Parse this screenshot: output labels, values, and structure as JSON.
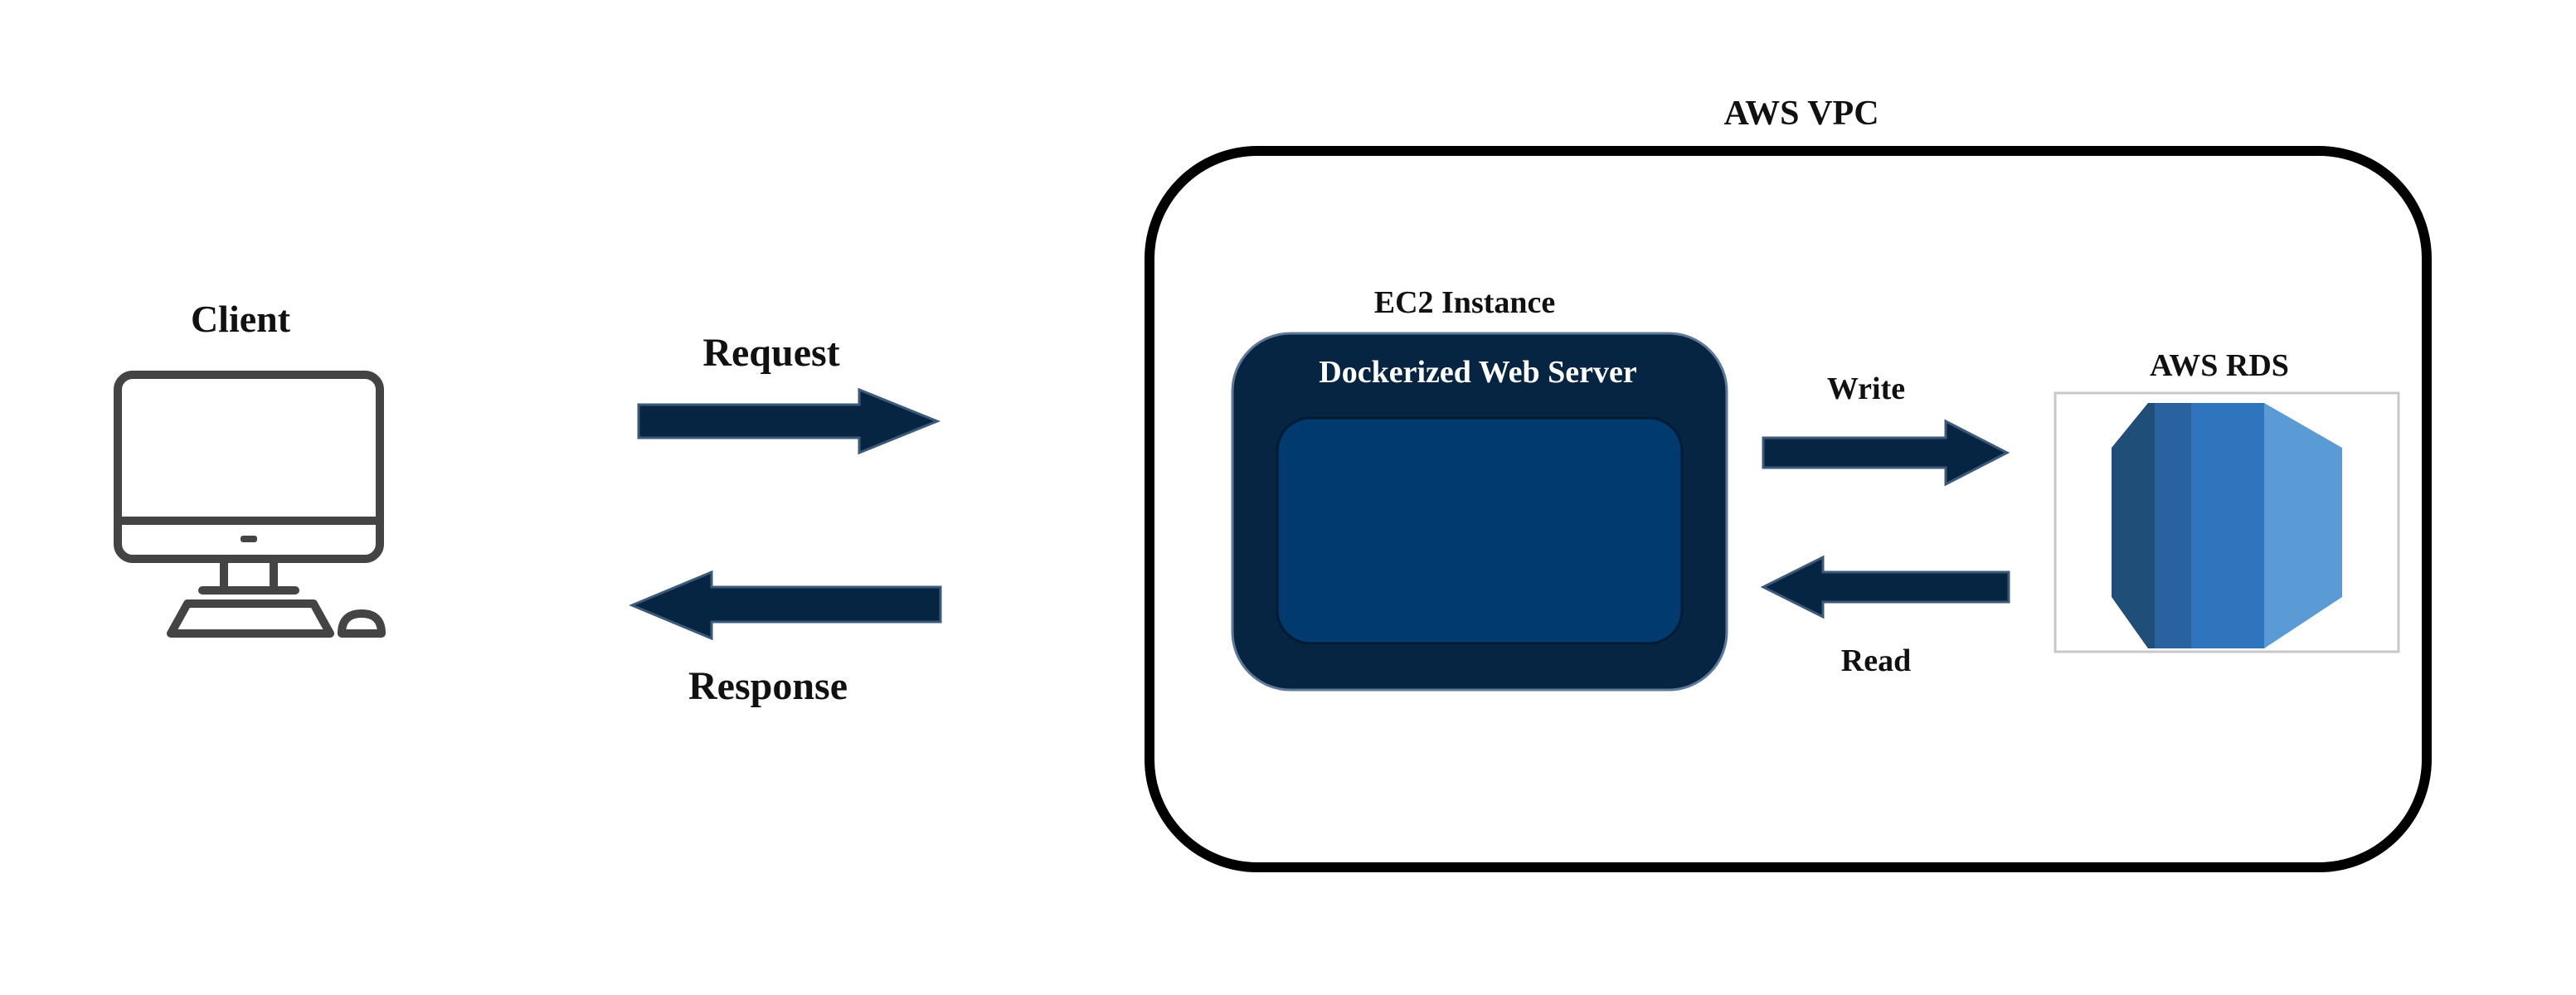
{
  "client": {
    "label": "Client",
    "icon": "desktop-computer-icon"
  },
  "flows": {
    "request_label": "Request",
    "response_label": "Response",
    "write_label": "Write",
    "read_label": "Read"
  },
  "vpc": {
    "label": "AWS VPC"
  },
  "ec2": {
    "label": "EC2 Instance",
    "inner_label": "Dockerized Web Server"
  },
  "rds": {
    "label": "AWS RDS",
    "icon": "aws-rds-database-icon"
  },
  "colors": {
    "arrow": "#062542",
    "ec2_outer": "#062542",
    "ec2_inner": "#003a6e",
    "rds_dark": "#1f4e79",
    "rds_mid_dark": "#2a62a0",
    "rds_mid": "#2f75bd",
    "rds_light": "#5b9bd5",
    "outline": "#000000",
    "icon_gray": "#444444"
  }
}
